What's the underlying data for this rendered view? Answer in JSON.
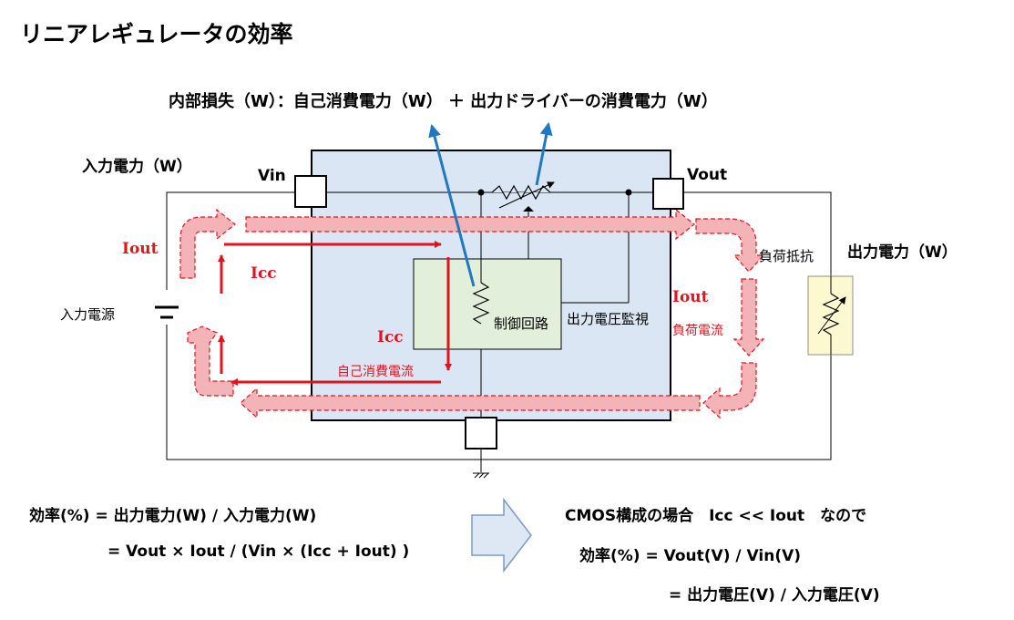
{
  "title": "リニアレギュレータの効率",
  "internal_loss": "内部損失（W）：自己消費電力（W） ＋ 出力ドライバーの消費電力（W）",
  "labels": {
    "input_power": "入力電力（W）",
    "output_power": "出力電力（W）",
    "vin": "Vin",
    "vout": "Vout",
    "input_source": "入力電源",
    "control_circuit": "制御回路",
    "output_voltage_monitor": "出力電圧監視",
    "load_resistor": "負荷抵抗",
    "iout_left": "Iout",
    "icc_left": "Icc",
    "icc_inner": "Icc",
    "self_consumption_current": "自己消費電流",
    "iout_right": "Iout",
    "load_current": "負荷電流"
  },
  "equations": {
    "line1": "効率(%) = 出力電力(W) / 入力電力(W)",
    "line2": "= Vout × Iout / (Vin × (Icc + Iout) )",
    "cmos_note": "CMOS構成の場合　Icc << Iout　なので",
    "line3": "効率(%) = Vout(V) / Vin(V)",
    "line4": "= 出力電圧(V) / 入力電圧(V)"
  },
  "colors": {
    "regulator_fill": "#dbe6f4",
    "control_fill": "#e2efda",
    "load_fill": "#fcf8cf",
    "current_red": "#e0141e",
    "power_flow_pink": "#f4b3b7",
    "loss_arrow_blue": "#1f78c0",
    "big_arrow_fill": "#dde8f4"
  }
}
